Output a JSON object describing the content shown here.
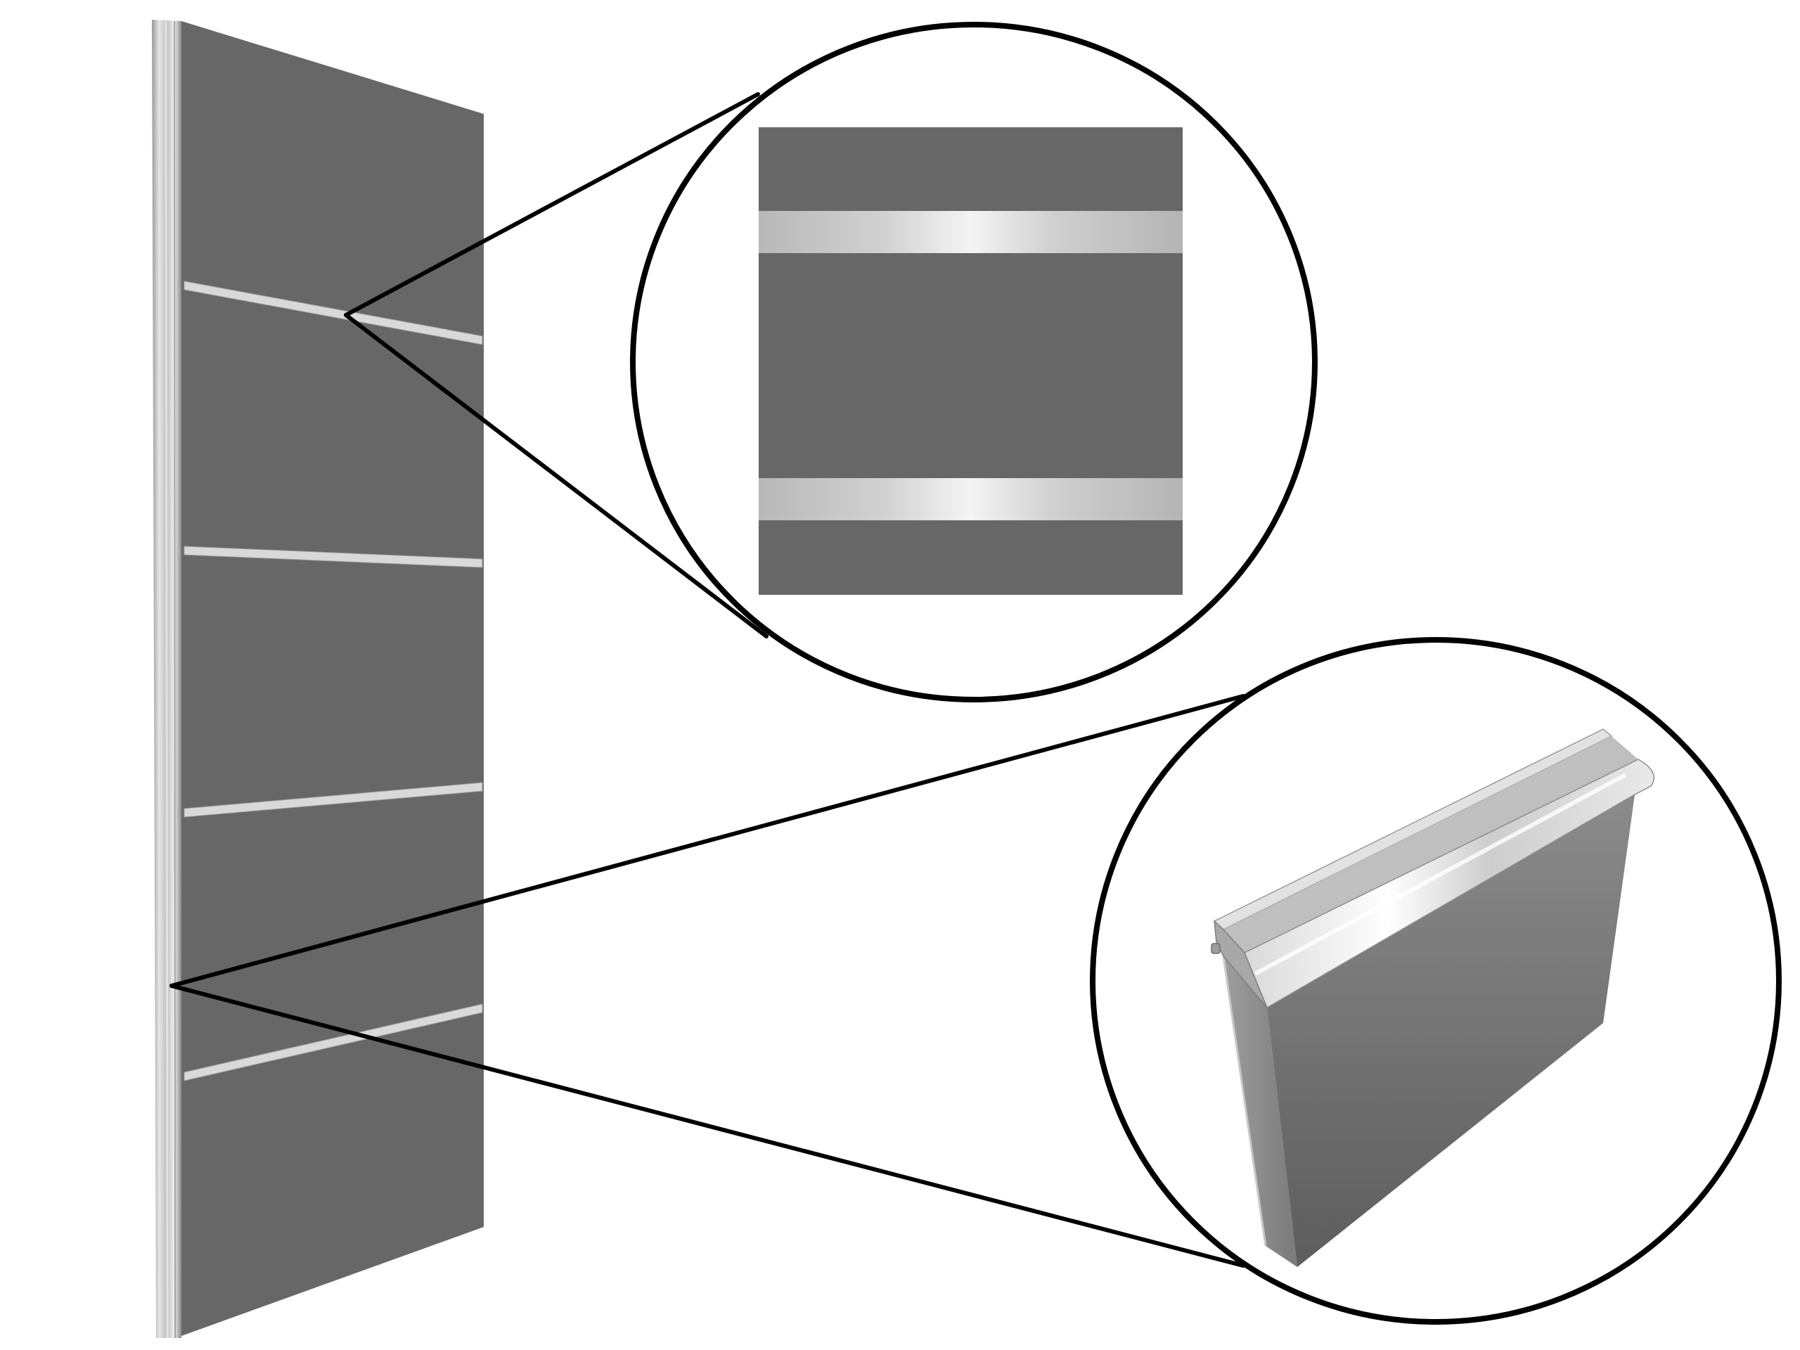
{
  "colors": {
    "background": "#ffffff",
    "panel": "#676767",
    "outline": "#000000",
    "metal_light": "#f2f2f2",
    "metal_mid": "#c4c4c4",
    "metal_dark": "#8d8d8d"
  },
  "panel": {
    "groove_count": 4
  },
  "callouts": [
    {
      "detail": "front-view-of-grooves",
      "grooves_shown": 2
    },
    {
      "detail": "extrusion-profile-3d"
    }
  ]
}
